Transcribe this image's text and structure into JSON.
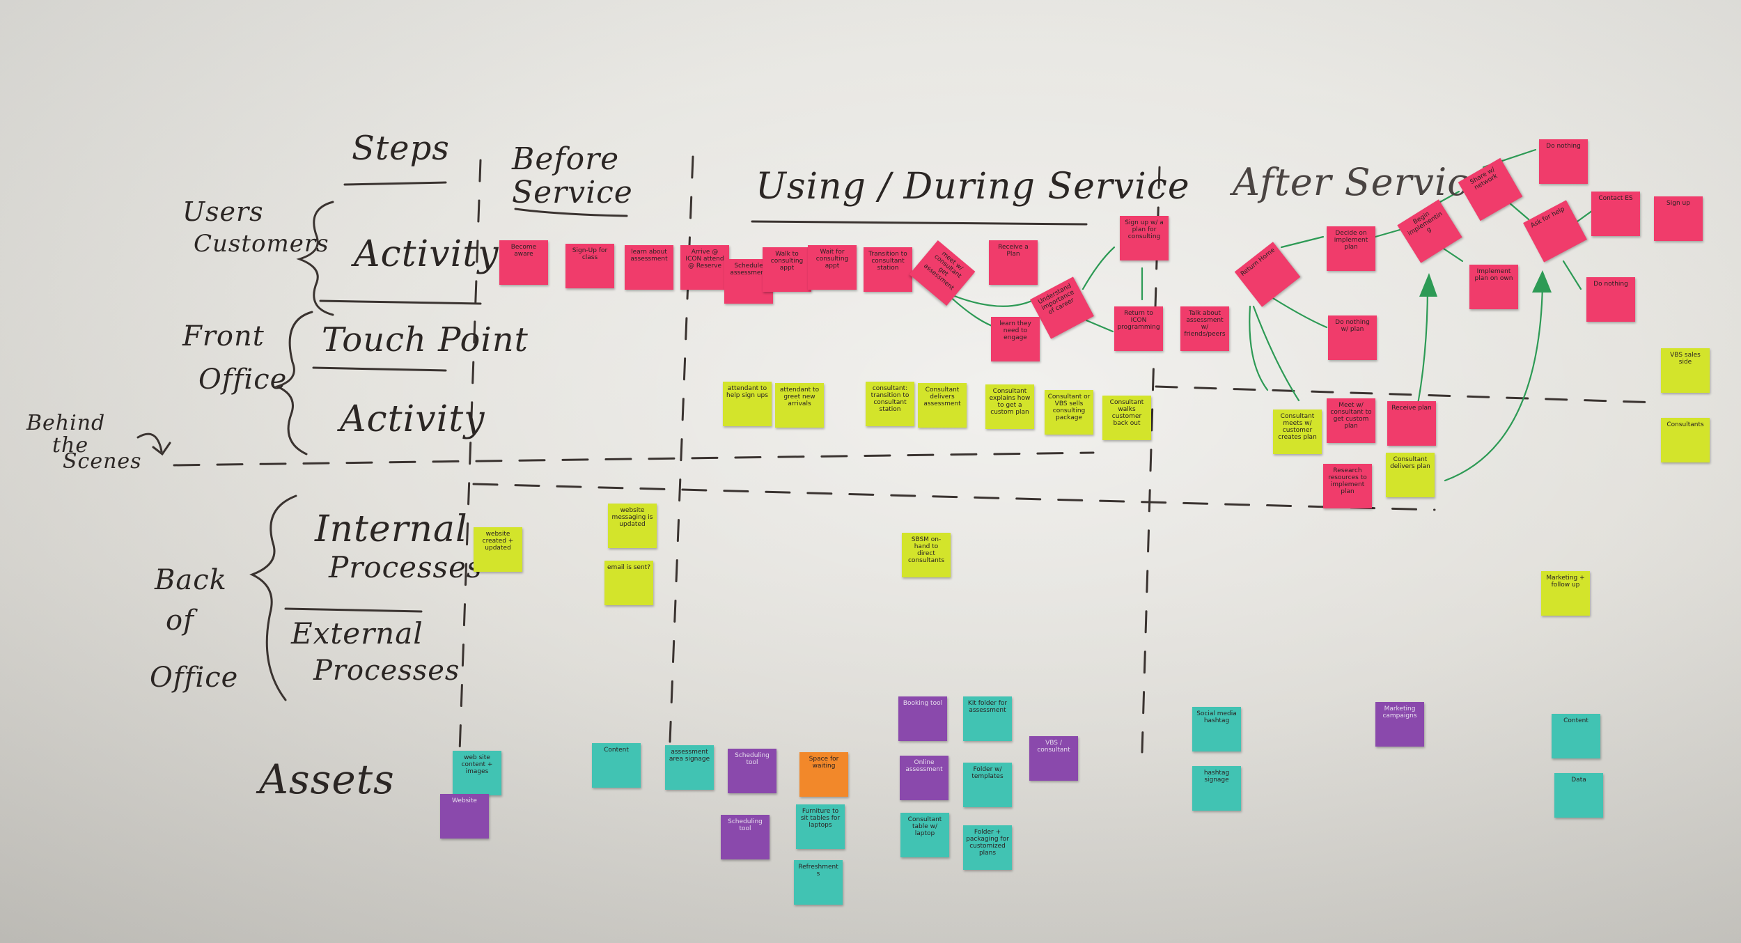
{
  "headings": {
    "steps": "Steps",
    "before_service": "Before Service",
    "during_service": "Using / During Service",
    "after_service": "After Service"
  },
  "rows": {
    "users": "Users",
    "customers": "Customers",
    "activity": "Activity",
    "front": "Front",
    "office": "Office",
    "touch_point": "Touch Point",
    "fo_activity": "Activity",
    "behind": "Behind",
    "the": "the",
    "scenes": "Scenes",
    "internal": "Internal",
    "processes": "Processes",
    "external": "External",
    "ext_processes": "Processes",
    "back": "Back",
    "of": "of",
    "back_office": "Office",
    "assets": "Assets"
  },
  "notes": {
    "p01": "Become aware",
    "p02": "Sign-Up for class",
    "p03": "learn about assessment",
    "p04": "Arrive @ ICON attend @ Reserve",
    "p05": "Schedule assessment",
    "p06": "Walk to consulting appt",
    "p07": "Wait for consulting appt",
    "p08": "Transition to consultant station",
    "p09": "meet w/ consultant get assessment",
    "p10": "Receive a Plan",
    "p11": "Understand importance of career",
    "p12": "learn they need to engage",
    "p13": "Sign up w/ a plan for consulting",
    "p14": "Return to ICON programming",
    "p15": "Talk about assessment w/ friends/peers",
    "p16": "Return Home",
    "p17": "Decide on implement plan",
    "p18": "Do nothing w/ plan",
    "p19": "Meet w/ consultant to get custom plan",
    "p20": "Research resources to implement plan",
    "p21": "Receive plan",
    "p22": "Begin implementing",
    "p23": "Share w/ network",
    "p24": "Implement plan on own",
    "p25": "Do nothing",
    "p26": "Ask for help",
    "p27": "Contact ES",
    "p28": "Sign up",
    "p29": "Do nothing",
    "y01": "attendant to help sign ups",
    "y02": "attendant to greet new arrivals",
    "y03": "consultant: transition to consultant station",
    "y04": "Consultant delivers assessment",
    "y05": "Consultant explains how to get a custom plan",
    "y06": "Consultant or VBS sells consulting package",
    "y07": "Consultant walks customer back out",
    "y08": "Consultant meets w/ customer creates plan",
    "y09": "Consultant delivers plan",
    "y10": "VBS sales side",
    "y11": "Consultants",
    "y12": "website created + updated",
    "y13": "website messaging is updated",
    "y14": "email is sent?",
    "y15": "SBSM on-hand to direct consultants",
    "y16": "Marketing + follow up",
    "t01": "web site content + images",
    "t02": "Content",
    "t03": "assessment area signage",
    "t04": "Furniture to sit tables for laptops",
    "t05": "Refreshments",
    "t06": "Consultant table w/ laptop",
    "t07": "Kit folder for assessment",
    "t08": "Folder w/ templates",
    "t09": "Folder + packaging for customized plans",
    "t10": "Social media hashtag",
    "t11": "hashtag signage",
    "t12": "Content",
    "t13": "Data",
    "u01": "Website",
    "u02": "Scheduling tool",
    "u03": "Scheduling tool",
    "u04": "Booking tool",
    "u05": "Online assessment",
    "u06": "VBS / consultant",
    "u07": "Marketing campaigns",
    "o01": "Space for waiting"
  }
}
